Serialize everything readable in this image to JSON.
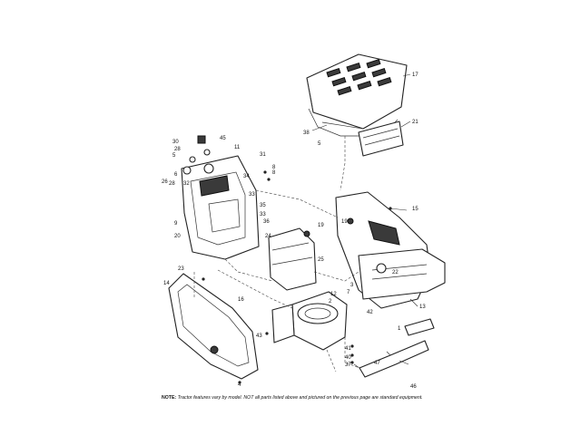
{
  "note": {
    "lead": "NOTE:",
    "text": "Tractor features vary by model. NOT all parts listed above and pictured on the previous page are standard equipment."
  },
  "callouts": [
    "17",
    "21",
    "38",
    "5",
    "45",
    "30",
    "28",
    "11",
    "5",
    "31",
    "6",
    "26",
    "28",
    "32",
    "34",
    "33",
    "9",
    "8",
    "15",
    "19",
    "36",
    "24",
    "33",
    "25",
    "22",
    "23",
    "14",
    "16",
    "3",
    "7",
    "13",
    "42",
    "43",
    "12",
    "4",
    "41",
    "40",
    "37",
    "47",
    "46",
    "1",
    "19",
    "20",
    "35",
    "2",
    "8"
  ]
}
